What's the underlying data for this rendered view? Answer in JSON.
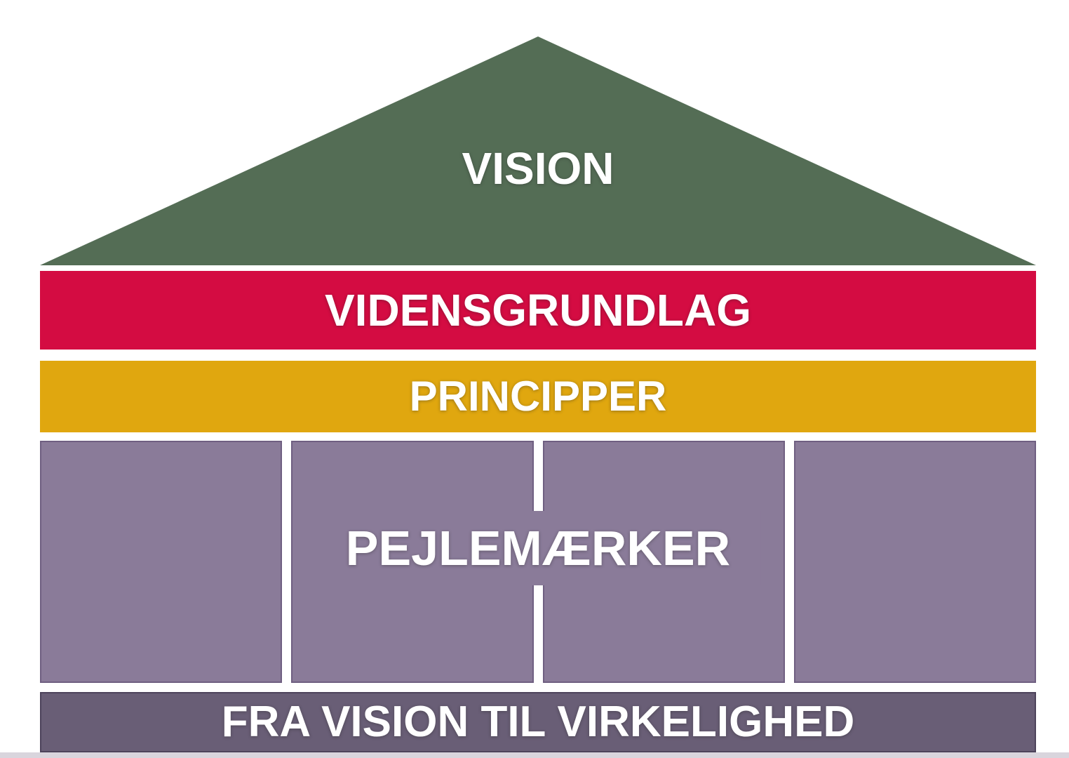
{
  "colors": {
    "background": "#ffffff",
    "roof_green": "#546d55",
    "vidensgrundlag_red": "#d40c42",
    "principper_yellow": "#e0a70f",
    "pillar_purple": "#8a7b99",
    "foundation_purple": "#695e76",
    "bottom_strip": "#d9d5dd",
    "text": "#ffffff"
  },
  "roof": {
    "label": "VISION"
  },
  "bands": [
    {
      "label": "VIDENSGRUNDLAG"
    },
    {
      "label": "PRINCIPPER"
    }
  ],
  "pillars": {
    "label": "PEJLEMÆRKER",
    "count": 4
  },
  "foundation": {
    "label": "FRA VISION TIL VIRKELIGHED"
  }
}
